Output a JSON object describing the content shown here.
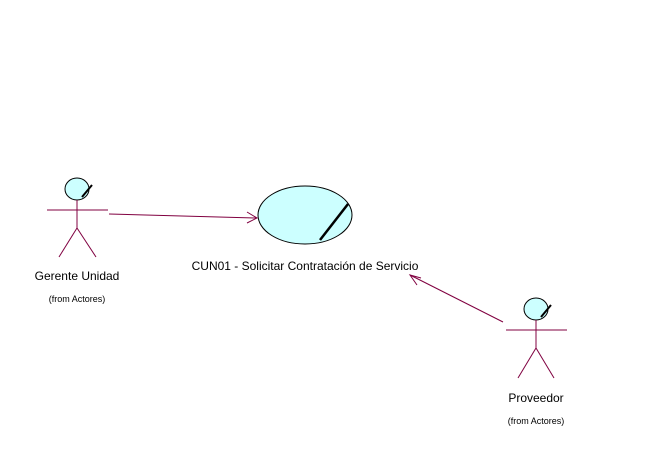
{
  "diagram": {
    "type": "uml-use-case",
    "actors": [
      {
        "id": "gerente",
        "name": "Gerente Unidad",
        "package": "(from Actores)"
      },
      {
        "id": "proveedor",
        "name": "Proveedor",
        "package": "(from Actores)"
      }
    ],
    "use_cases": [
      {
        "id": "cun01",
        "name": "CUN01 - Solicitar Contratación de Servicio"
      }
    ],
    "associations": [
      {
        "from": "gerente",
        "to": "cun01",
        "navigable": true
      },
      {
        "from": "proveedor",
        "to": "cun01",
        "navigable": true
      }
    ],
    "colors": {
      "line": "#800040",
      "fill": "#ccffff",
      "outline": "#000000"
    }
  }
}
